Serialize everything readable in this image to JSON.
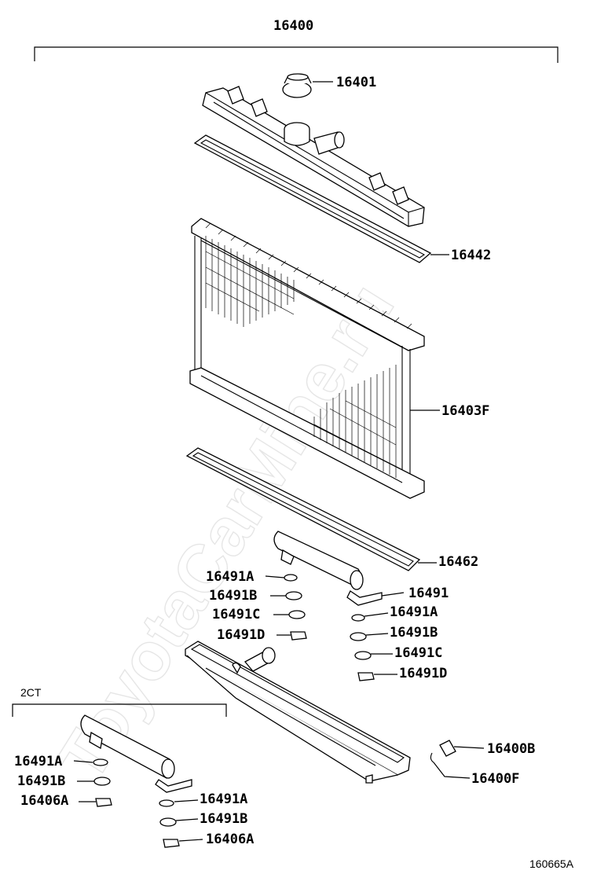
{
  "watermark": "ToyotaCarMine.ru",
  "diagram_id": "160665A",
  "assembly": {
    "label": "16400"
  },
  "variant_group": {
    "label": "2CT"
  },
  "callouts": {
    "cap": "16401",
    "upper_gasket": "16442",
    "core": "16403F",
    "lower_gasket": "16462",
    "pipe_upper": "16491",
    "pipe_upper_left_a": "16491A",
    "pipe_upper_left_b": "16491B",
    "pipe_upper_left_c": "16491C",
    "pipe_upper_left_d": "16491D",
    "pipe_upper_right_a": "16491A",
    "pipe_upper_right_b": "16491B",
    "pipe_upper_right_c": "16491C",
    "pipe_upper_right_d": "16491D",
    "drain_cock": "16400B",
    "drain_plug": "16400F",
    "pipe_2ct_left_a": "16491A",
    "pipe_2ct_left_b": "16491B",
    "pipe_2ct_left_c": "16406A",
    "pipe_2ct_right_a": "16491A",
    "pipe_2ct_right_b": "16491B",
    "pipe_2ct_right_c": "16406A"
  }
}
